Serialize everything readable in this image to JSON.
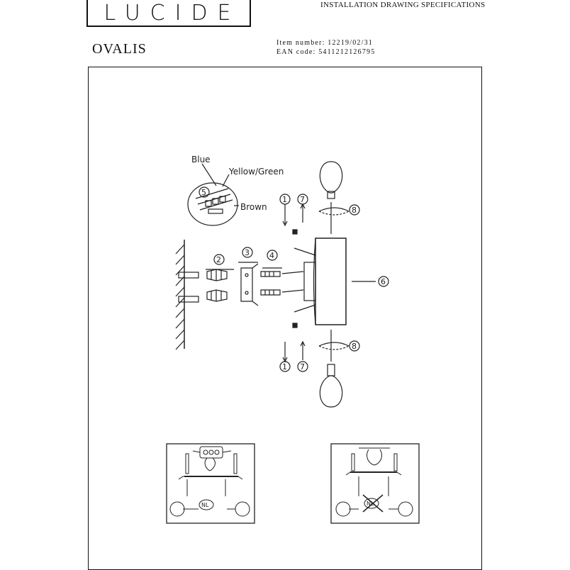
{
  "header": {
    "brand": "LUCIDE",
    "doc_title": "INSTALLATION DRAWING SPECIFICATIONS",
    "product_name": "OVALIS",
    "item_number": "Item number: 12219/02/31",
    "ean_code": "EAN code: 5411212126795"
  },
  "drawing": {
    "wire_labels": {
      "blue": "Blue",
      "yellow_green": "Yellow/Green",
      "brown": "Brown"
    },
    "step_numbers": {
      "s1": "1",
      "s2": "2",
      "s3": "3",
      "s4": "4",
      "s5": "5",
      "s6": "6",
      "s7": "7",
      "s8": "8"
    },
    "nl_badge": "NL",
    "nl_badge_crossed": "NL"
  }
}
